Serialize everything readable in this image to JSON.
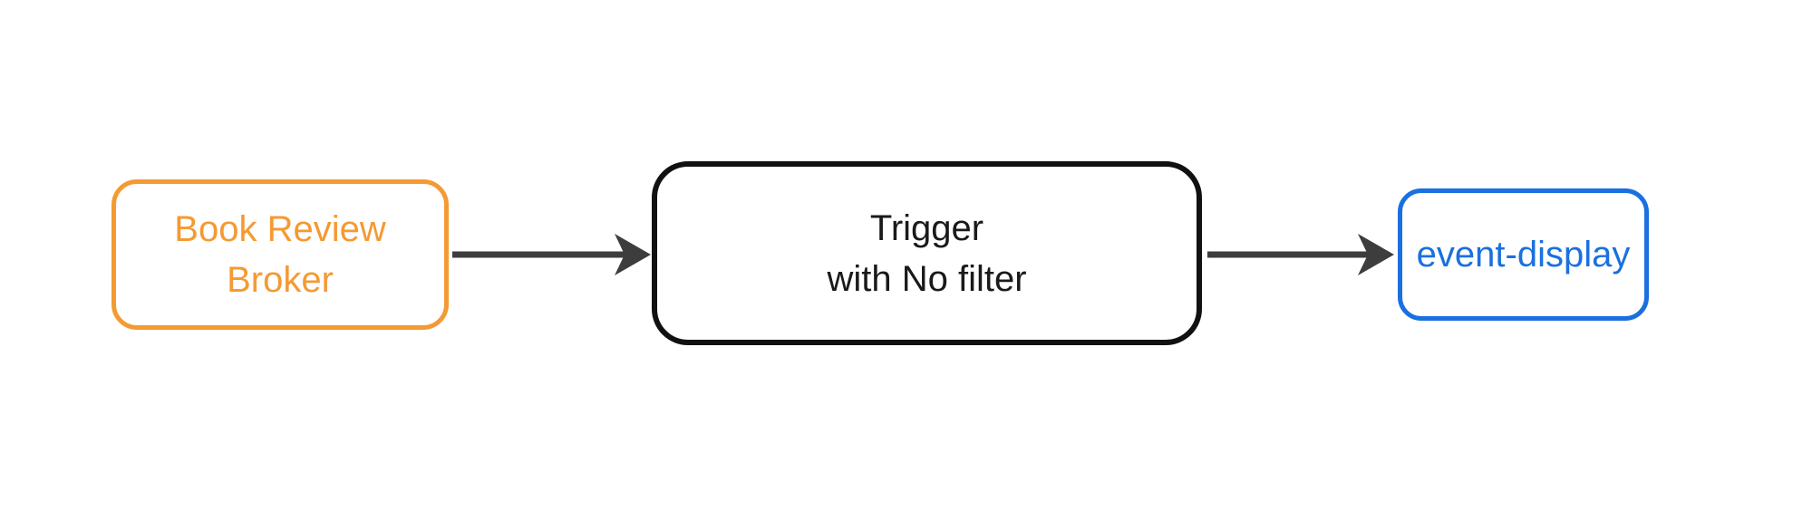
{
  "diagram": {
    "nodes": {
      "broker": {
        "line1": "Book Review",
        "line2": "Broker"
      },
      "trigger": {
        "line1": "Trigger",
        "line2": "with No filter"
      },
      "event_display": {
        "line1": "event-display"
      }
    },
    "edges": [
      {
        "from": "broker",
        "to": "trigger"
      },
      {
        "from": "trigger",
        "to": "event_display"
      }
    ]
  },
  "colors": {
    "broker": "#F49A33",
    "trigger": "#111111",
    "trigger_text": "#1A1A1A",
    "event_display": "#1A70E0",
    "arrow": "#3D3D3D",
    "background": "#FFFFFF"
  }
}
